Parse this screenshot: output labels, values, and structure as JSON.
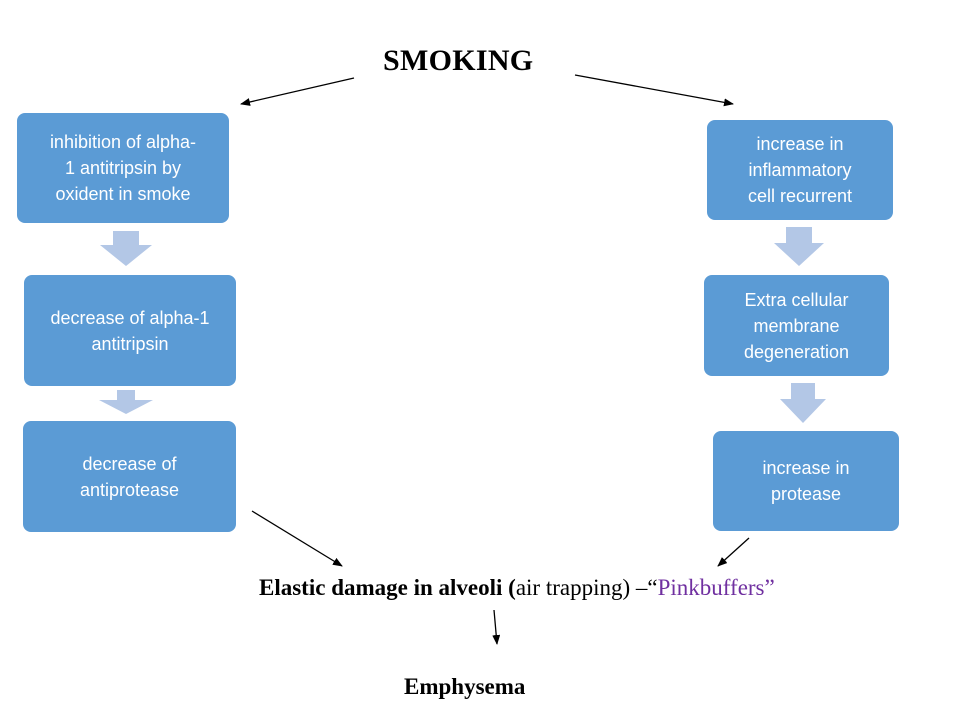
{
  "title": "SMOKING",
  "left_path": [
    "inhibition of alpha-\n1 antitripsin by\noxident in smoke",
    "decrease of alpha-1\nantitripsin",
    "decrease of\nantiprotease"
  ],
  "right_path": [
    "increase in\ninflammatory\ncell recurrent",
    "Extra cellular\nmembrane\ndegeneration",
    "increase in\nprotease"
  ],
  "result": {
    "bold_part": "Elastic damage in alveoli (",
    "plain_part": "air trapping) –“",
    "purple_part": "Pinkbuffers",
    "closing_part": "”"
  },
  "final_outcome": "Emphysema",
  "colors": {
    "box_fill": "#5b9bd5",
    "chevron_fill": "#b3c7e6",
    "result_highlight": "#7030a0"
  }
}
